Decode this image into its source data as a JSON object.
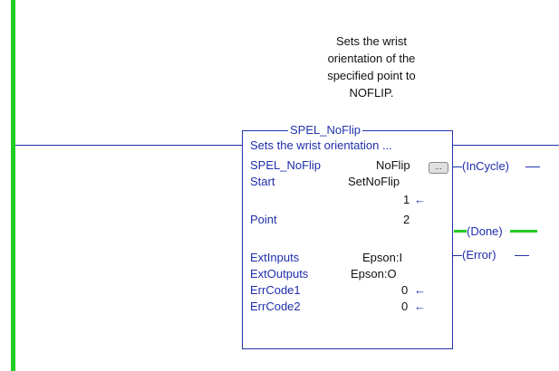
{
  "description": "Sets the wrist\norientation of the\nspecified point to\nNOFLIP.",
  "block": {
    "name": "SPEL_NoFlip",
    "desc_line": "Sets the wrist orientation ...",
    "rows": {
      "spel_label": "SPEL_NoFlip",
      "spel_value": "NoFlip",
      "dots_label": "...",
      "start_label": "Start",
      "start_value": "SetNoFlip",
      "start_bit": "1",
      "point_label": "Point",
      "point_value": "2",
      "extin_label": "ExtInputs",
      "extin_value": "Epson:I",
      "extout_label": "ExtOutputs",
      "extout_value": "Epson:O",
      "err1_label": "ErrCode1",
      "err1_value": "0",
      "err2_label": "ErrCode2",
      "err2_value": "0"
    }
  },
  "outputs": {
    "incycle": "(InCycle)",
    "done": "(Done)",
    "error": "(Error)"
  },
  "arrow_glyph": "←",
  "colors": {
    "rail": "#22cc22",
    "wire": "#2233aa",
    "text_blue": "#1f2faa"
  }
}
